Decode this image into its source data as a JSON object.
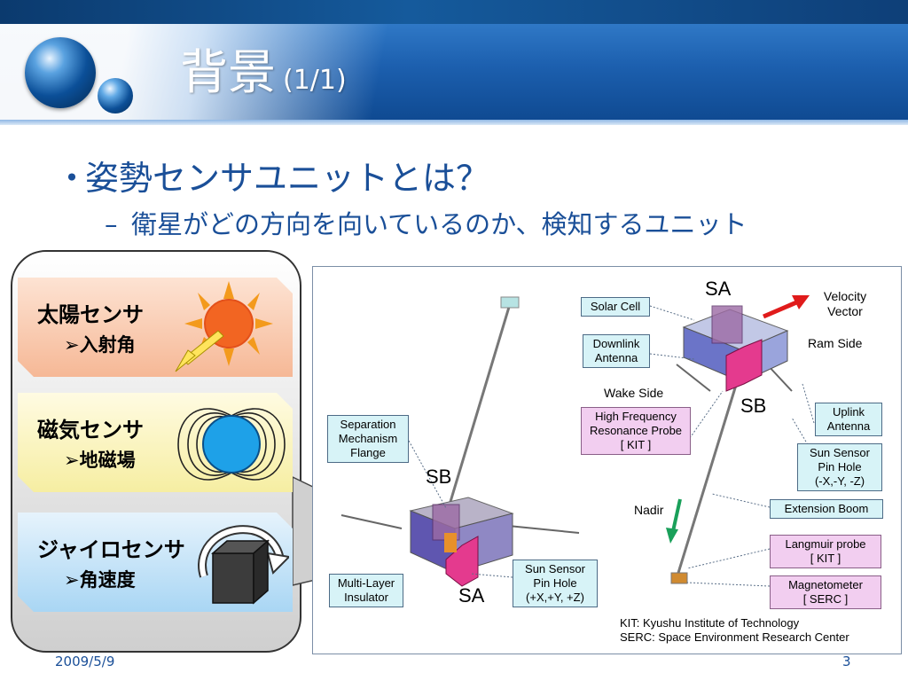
{
  "slide": {
    "title": "背景",
    "title_sub": "(1/1)",
    "bullet_marker": "・",
    "bullet1": "姿勢センサユニットとは？",
    "sub_marker": "–",
    "bullet2": "衛星がどの方向を向いているのか、検知するユニット",
    "date": "2009/5/9",
    "page": "3"
  },
  "cards": [
    {
      "title": "太陽センサ",
      "subtitle": "➢入射角",
      "icon": "sun-icon"
    },
    {
      "title": "磁気センサ",
      "subtitle": "➢地磁場",
      "icon": "magnetic-field-icon"
    },
    {
      "title": "ジャイロセンサ",
      "subtitle": "➢角速度",
      "icon": "gyro-cube-icon"
    }
  ],
  "diagram": {
    "solar_cell": "Solar Cell",
    "downlink_1": "Downlink",
    "downlink_2": "Antenna",
    "sep_1": "Separation",
    "sep_2": "Mechanism",
    "sep_3": "Flange",
    "mli_1": "Multi-Layer",
    "mli_2": "Insulator",
    "sun_left_1": "Sun Sensor",
    "sun_left_2": "Pin Hole",
    "sun_left_3": "(+X,+Y, +Z)",
    "hf_1": "High Frequency",
    "hf_2": "Resonance Probe",
    "hf_3": "[ KIT ]",
    "velocity_1": "Velocity",
    "velocity_2": "Vector",
    "ram_side": "Ram Side",
    "wake_side": "Wake Side",
    "uplink_1": "Uplink",
    "uplink_2": "Antenna",
    "sun_right_1": "Sun Sensor",
    "sun_right_2": "Pin Hole",
    "sun_right_3": "(-X,-Y, -Z)",
    "nadir": "Nadir",
    "extension_boom": "Extension Boom",
    "langmuir_1": "Langmuir probe",
    "langmuir_2": "[ KIT ]",
    "mag_1": "Magnetometer",
    "mag_2": "[ SERC ]",
    "sa_top": "SA",
    "sb_right": "SB",
    "sb_left": "SB",
    "sa_bottom": "SA",
    "kit_note": "KIT: Kyushu Institute of Technology",
    "serc_note": "SERC: Space Environment Research Center"
  },
  "colors": {
    "heading": "#1a4f98",
    "header_blue": "#1c5fae",
    "label_cyan": "#d7f3f7",
    "label_pink": "#f2cef0",
    "velocity_arrow": "#e01b1b",
    "nadir_arrow": "#1aa05a"
  }
}
